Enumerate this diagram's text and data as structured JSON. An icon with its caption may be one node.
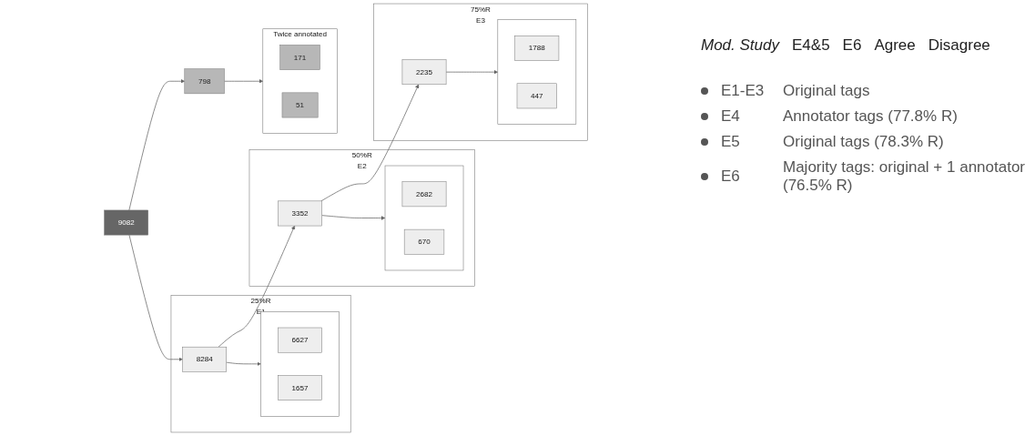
{
  "diagram": {
    "nodes": [
      {
        "text": [
          "9082"
        ]
      },
      {
        "text": [
          "25%R",
          "E1"
        ]
      },
      {
        "text": [
          "8284"
        ],
        "in": 1
      },
      {
        "text": [],
        "shape": "box",
        "in": 1
      },
      {
        "text": [
          "6627"
        ],
        "in": 3
      },
      {
        "text": [
          "1657"
        ],
        "in": 3
      },
      {
        "text": [
          "50%R",
          "E2"
        ]
      },
      {
        "text": [
          "3352"
        ],
        "in": 6
      },
      {
        "text": [],
        "shape": "box",
        "in": 6
      },
      {
        "text": [
          "2682"
        ],
        "in": 8
      },
      {
        "text": [
          "670"
        ],
        "in": 8
      },
      {
        "text": [
          "75%R",
          "E3"
        ]
      },
      {
        "text": [
          "2235"
        ],
        "in": 11
      },
      {
        "text": [],
        "shape": "box",
        "in": 11
      },
      {
        "text": [
          "1788"
        ],
        "in": 13
      },
      {
        "text": [
          "447"
        ],
        "in": 13
      },
      {
        "text": [
          "798"
        ]
      },
      {
        "text": [
          "Twice annotated"
        ]
      },
      {
        "text": [
          "171"
        ],
        "in": 17
      },
      {
        "text": [
          "51"
        ],
        "in": 17
      }
    ],
    "edges": [
      {
        "from": 0,
        "to": 2,
        "arrow": "to"
      },
      {
        "from": 2,
        "to": 7,
        "arrow": "to"
      },
      {
        "from": 7,
        "to": 12,
        "arrow": "to"
      },
      {
        "from": 2,
        "to": 3,
        "arrow": "to"
      },
      {
        "from": 7,
        "to": 8,
        "arrow": "to"
      },
      {
        "from": 12,
        "to": 13,
        "arrow": "to"
      },
      {
        "from": 0,
        "to": 16,
        "arrow": "to"
      },
      {
        "from": 16,
        "to": 17,
        "arrow": "to"
      }
    ],
    "labels": [
      "Mod. Study",
      "E4&5",
      "E6",
      "Agree",
      "Disagree",
      "E1-E3",
      "Original tags",
      "E4",
      "Annotator tags (77.8% R)",
      "E5",
      "Original tags (78.3% R)",
      "E6",
      "Majority tags: original + 1 annotator (76.5% R)"
    ]
  }
}
